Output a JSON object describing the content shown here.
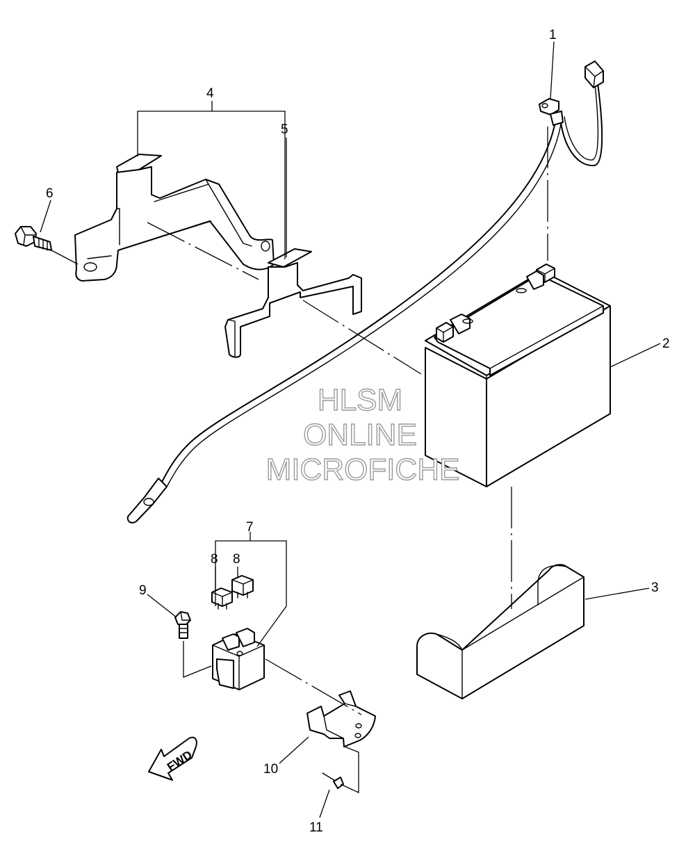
{
  "watermark": {
    "line1": "HLSM",
    "line2": "ONLINE",
    "line3": "MICROFICHE"
  },
  "direction_label": "FWD",
  "callouts": [
    "1",
    "2",
    "3",
    "4",
    "5",
    "6",
    "7",
    "8",
    "8",
    "9",
    "10",
    "11"
  ],
  "colors": {
    "line": "#000000",
    "background": "#ffffff",
    "watermark": "#9a9a9a"
  }
}
